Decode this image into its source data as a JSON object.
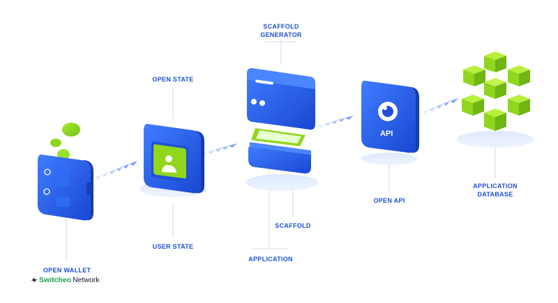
{
  "labels": {
    "open_wallet": "OPEN WALLET",
    "open_state": "OPEN STATE",
    "user_state": "USER STATE",
    "scaffold_generator_line1": "SCAFFOLD",
    "scaffold_generator_line2": "GENERATOR",
    "scaffold": "SCAFFOLD",
    "application": "APPLICATION",
    "open_api": "OPEN API",
    "application_database_line1": "APPLICATION",
    "application_database_line2": "DATABASE"
  },
  "api_text": "API",
  "brand": {
    "part1": "Switcheo",
    "part2": "Network"
  },
  "colors": {
    "blue": "#2a62f0",
    "blue_dark": "#1740c8",
    "green": "#8fd61c",
    "green_dark": "#5fa814",
    "label": "#1e4fd6",
    "brand_green": "#17a34a"
  }
}
